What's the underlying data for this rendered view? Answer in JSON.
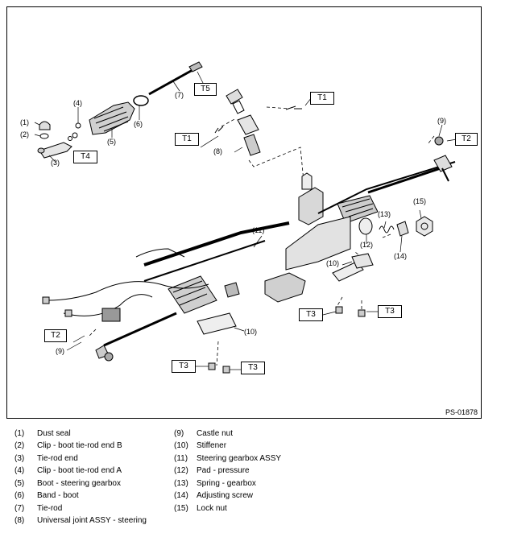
{
  "diagram": {
    "reference": "PS-01878",
    "torque_boxes": {
      "t5": "T5",
      "t1_top": "T1",
      "t1_left": "T1",
      "t2_right": "T2",
      "t4": "T4",
      "t2_left": "T2",
      "t3_right_a": "T3",
      "t3_right_b": "T3",
      "t3_bottom_a": "T3",
      "t3_bottom_b": "T3"
    },
    "part_callouts": {
      "p1": "(1)",
      "p2": "(2)",
      "p3": "(3)",
      "p4": "(4)",
      "p5": "(5)",
      "p6": "(6)",
      "p7": "(7)",
      "p8": "(8)",
      "p9_right": "(9)",
      "p9_left": "(9)",
      "p10_right": "(10)",
      "p10_bottom": "(10)",
      "p11": "(11)",
      "p12": "(12)",
      "p13": "(13)",
      "p14": "(14)",
      "p15": "(15)"
    }
  },
  "legend": [
    {
      "num": "(1)",
      "text": "Dust seal"
    },
    {
      "num": "(2)",
      "text": "Clip - boot tie-rod end B"
    },
    {
      "num": "(3)",
      "text": "Tie-rod end"
    },
    {
      "num": "(4)",
      "text": "Clip - boot tie-rod end A"
    },
    {
      "num": "(5)",
      "text": "Boot - steering gearbox"
    },
    {
      "num": "(6)",
      "text": "Band - boot"
    },
    {
      "num": "(7)",
      "text": "Tie-rod"
    },
    {
      "num": "(8)",
      "text": "Universal joint ASSY - steering"
    },
    {
      "num": "(9)",
      "text": "Castle nut"
    },
    {
      "num": "(10)",
      "text": "Stiffener"
    },
    {
      "num": "(11)",
      "text": "Steering gearbox ASSY"
    },
    {
      "num": "(12)",
      "text": "Pad - pressure"
    },
    {
      "num": "(13)",
      "text": "Spring - gearbox"
    },
    {
      "num": "(14)",
      "text": "Adjusting screw"
    },
    {
      "num": "(15)",
      "text": "Lock nut"
    }
  ]
}
